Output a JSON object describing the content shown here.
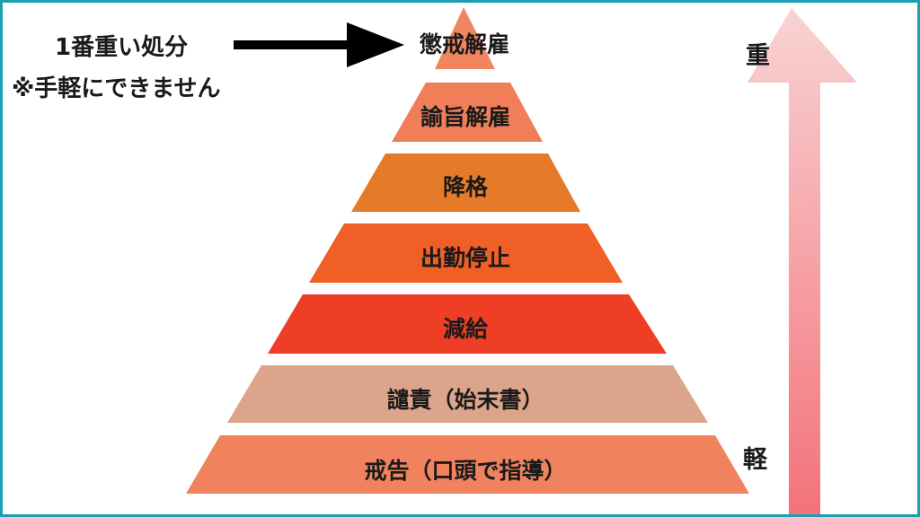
{
  "note": {
    "line1": "1番重い処分",
    "line2": "※手軽にできません"
  },
  "pyramid": {
    "tiers": [
      {
        "label": "懲戒解雇",
        "color": "#f18560"
      },
      {
        "label": "諭旨解雇",
        "color": "#f07e58"
      },
      {
        "label": "降格",
        "color": "#e57b28"
      },
      {
        "label": "出勤停止",
        "color": "#f05f25"
      },
      {
        "label": "減給",
        "color": "#ee3e25"
      },
      {
        "label": "譴責（始末書）",
        "color": "#dca48a"
      },
      {
        "label": "戒告（口頭で指導）",
        "color": "#f0835e"
      }
    ]
  },
  "scale": {
    "heavy_label": "重",
    "light_label": "軽",
    "arrow_color_top": "#f8d3d3",
    "arrow_color_bottom": "#f4727a"
  },
  "colors": {
    "border": "#1ba0b2",
    "pointer_arrow": "#000000"
  }
}
